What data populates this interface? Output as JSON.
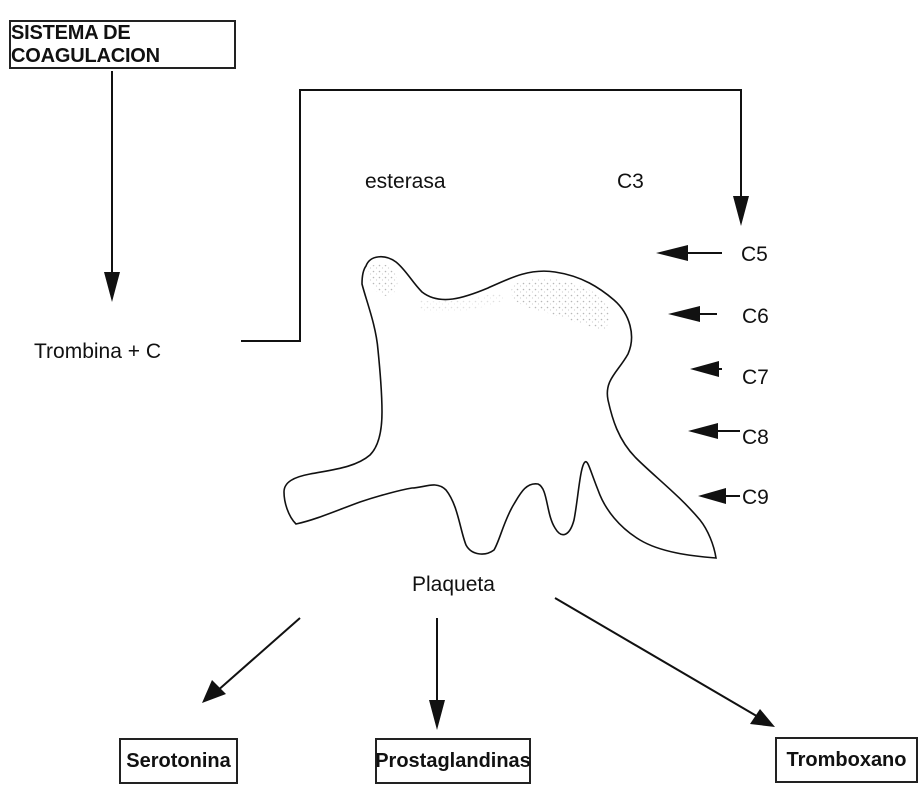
{
  "title": "SISTEMA DE COAGULACION",
  "labels": {
    "trombina": "Trombina + C",
    "esterasa": "esterasa",
    "c3": "C3",
    "platelet": "Plaqueta"
  },
  "complement": [
    "C5",
    "C6",
    "C7",
    "C8",
    "C9"
  ],
  "products": [
    "Serotonina",
    "Prostaglandinas",
    "Tromboxano"
  ]
}
